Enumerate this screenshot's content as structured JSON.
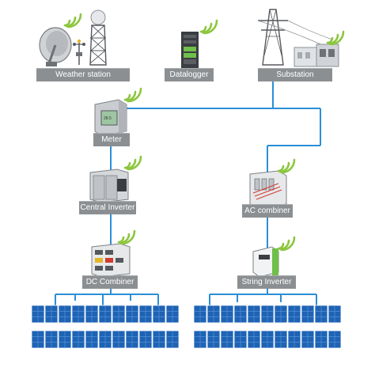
{
  "labels": {
    "weather_station": "Weather station",
    "datalogger": "Datalogger",
    "substation": "Substation",
    "meter": "Meter",
    "central_inverter": "Central Inverter",
    "ac_combiner": "AC combiner",
    "dc_combiner": "DC Combiner",
    "string_inverter": "String Inverter"
  },
  "colors": {
    "connection_line": "#2a8fd6",
    "wireless_signal": "#8cc63f",
    "label_bar": "#8c8f92",
    "solar_panel": "#1e63b5",
    "device_gray": "#c9ccd0"
  },
  "icons": [
    "wireless-signal-icon",
    "satellite-dish-icon",
    "lattice-tower-icon",
    "server-rack-icon",
    "power-pylon-icon",
    "meter-icon",
    "inverter-cabinet-icon",
    "combiner-box-icon",
    "string-inverter-icon",
    "solar-panel-icon"
  ]
}
